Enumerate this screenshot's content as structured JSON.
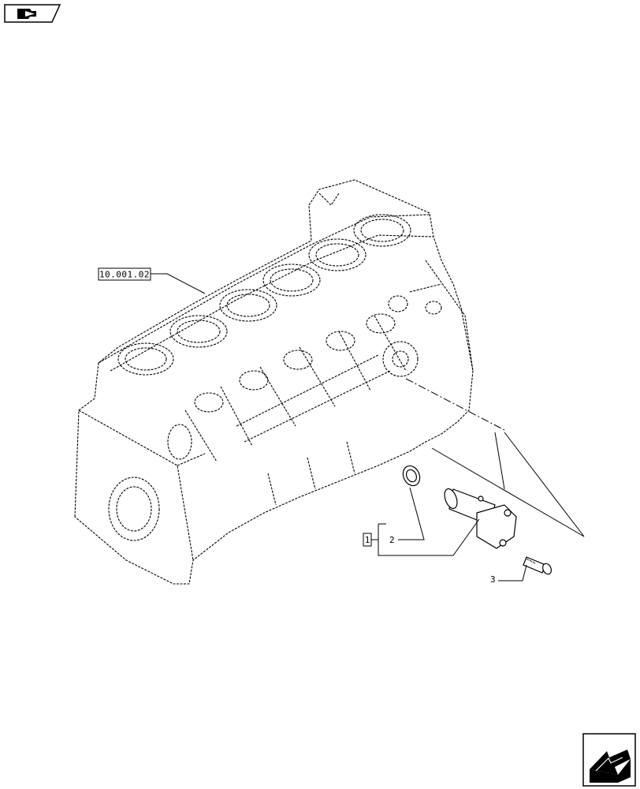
{
  "header": {
    "nav_icon": "book-arrow-icon"
  },
  "drawing": {
    "reference_label": "10.001.02",
    "callouts": {
      "group_box": "1",
      "item_2": "2",
      "item_3": "3"
    }
  },
  "footer": {
    "nav_icon": "next-page-arrow-icon"
  }
}
